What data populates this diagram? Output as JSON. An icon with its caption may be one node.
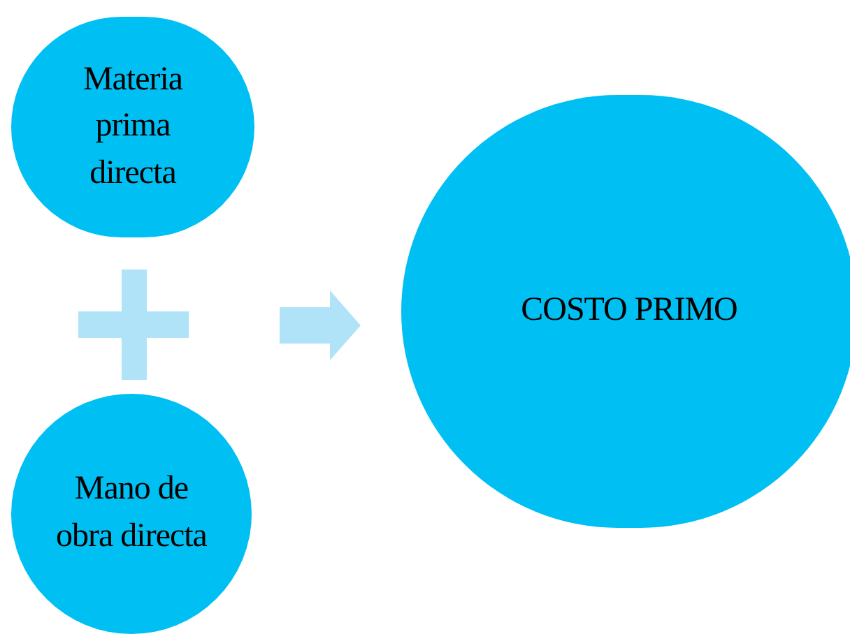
{
  "diagram": {
    "nodes": [
      {
        "text": [
          "Materia prima directa"
        ]
      },
      {
        "text": [
          "Mano de obra directa"
        ]
      },
      {
        "text": [
          "COSTO PRIMO"
        ]
      }
    ],
    "edges": [
      {
        "from": null,
        "to": 2,
        "arrow": "to"
      }
    ]
  }
}
